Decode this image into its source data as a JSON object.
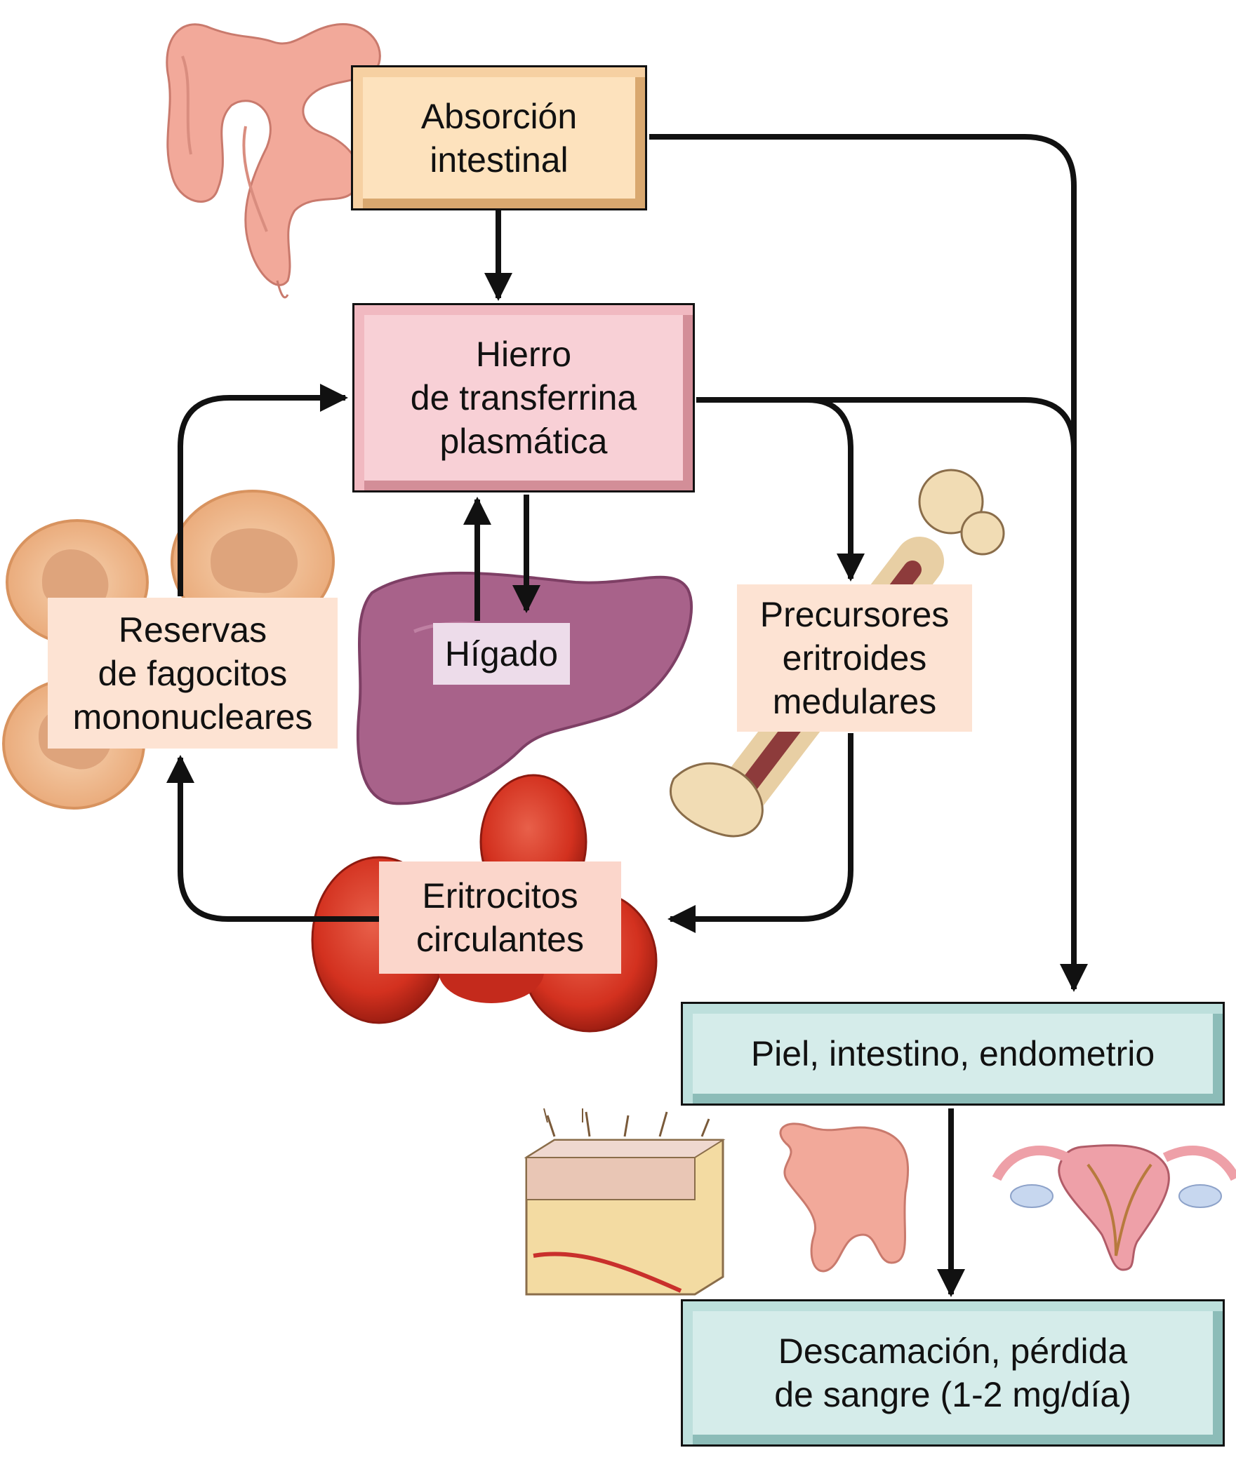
{
  "nodes": {
    "absorcion": "Absorción\nintestinal",
    "hierro": "Hierro\nde transferrina\nplasmática",
    "higado": "Hígado",
    "reservas": "Reservas\nde fagocitos\nmononucleares",
    "precursores": "Precursores\neritroides\nmedulares",
    "eritrocitos": "Eritrocitos\ncirculantes",
    "piel": "Piel, intestino, endometrio",
    "descamacion": "Descamación, pérdida\nde sangre (1-2 mg/día)"
  },
  "colors": {
    "arrow": "#111111",
    "intestine": "#f2a99a",
    "liver": "#a8628a",
    "cell": "#efb98a",
    "erythrocyte": "#d9392a",
    "bone": "#f1dcb4",
    "box_orange": "#fde2bd",
    "box_pink": "#f8d0d6",
    "box_teal": "#d5ecea"
  }
}
